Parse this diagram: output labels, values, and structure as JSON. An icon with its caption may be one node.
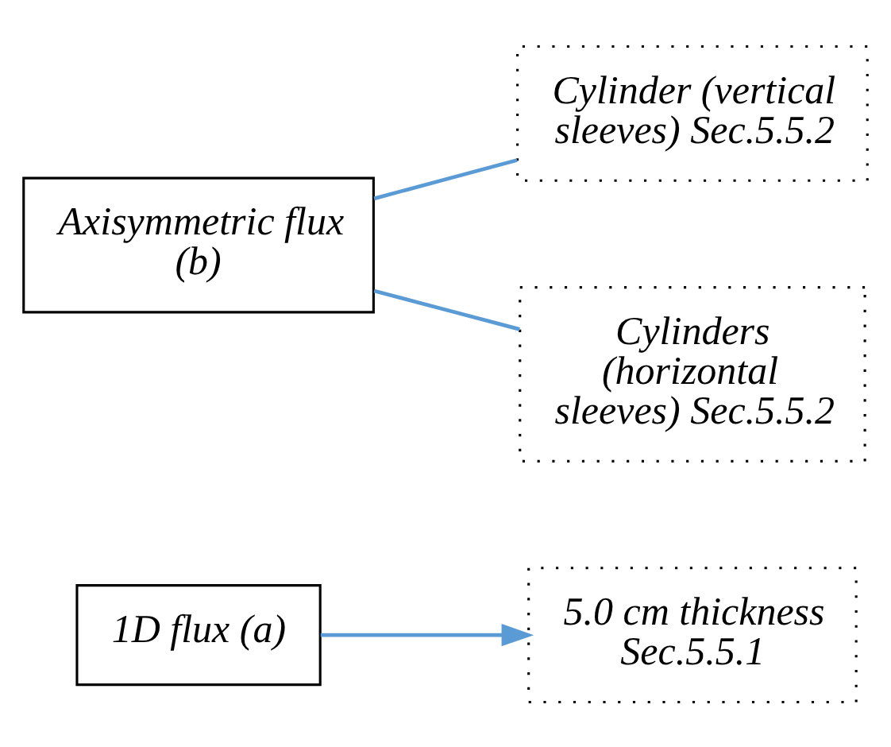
{
  "diagram": {
    "nodes": [
      {
        "text": [
          "1D flux (a)"
        ]
      },
      {
        "text": [
          "5.0 cm thickness Sec.5.5.1"
        ]
      },
      {
        "text": [
          "Axisymmetric flux (b)"
        ]
      },
      {
        "text": [
          "Cylinder (vertical sleeves) Sec.5.5.2"
        ]
      },
      {
        "text": [
          "Cylinders (horizontal sleeves) Sec.5.5.2"
        ]
      }
    ],
    "edges": [
      {
        "from": 0,
        "to": 1,
        "arrow": "to"
      },
      {
        "from": 2,
        "to": 3,
        "arrow": "none"
      },
      {
        "from": 2,
        "to": 4,
        "arrow": "none"
      }
    ]
  }
}
